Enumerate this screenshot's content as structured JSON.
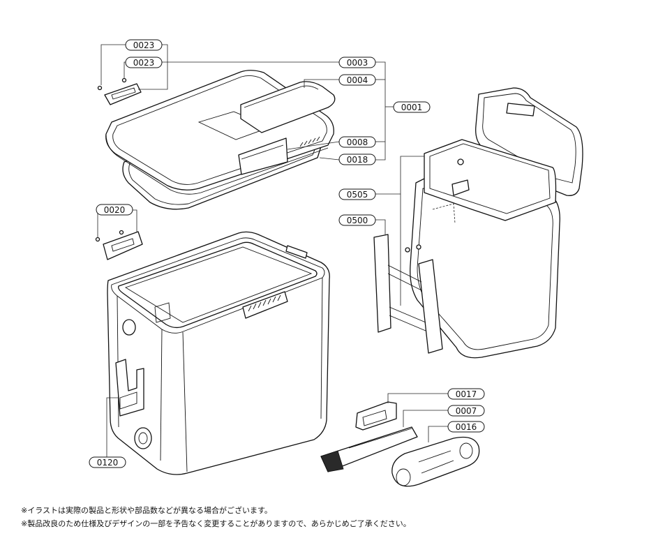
{
  "callouts": [
    {
      "id": "c-0023a",
      "label": "0023"
    },
    {
      "id": "c-0023b",
      "label": "0023"
    },
    {
      "id": "c-0003",
      "label": "0003"
    },
    {
      "id": "c-0004",
      "label": "0004"
    },
    {
      "id": "c-0001",
      "label": "0001"
    },
    {
      "id": "c-0008",
      "label": "0008"
    },
    {
      "id": "c-0018",
      "label": "0018"
    },
    {
      "id": "c-0505",
      "label": "0505"
    },
    {
      "id": "c-0500",
      "label": "0500"
    },
    {
      "id": "c-0020",
      "label": "0020"
    },
    {
      "id": "c-0017",
      "label": "0017"
    },
    {
      "id": "c-0007",
      "label": "0007"
    },
    {
      "id": "c-0016",
      "label": "0016"
    },
    {
      "id": "c-0120",
      "label": "0120"
    }
  ],
  "notes": {
    "line1": "※イラストは実際の製品と形状や部品数などが異なる場合がございます。",
    "line2": "※製品改良のため仕様及びデザインの一部を予告なく変更することがありますので、あらかじめご了承ください。"
  }
}
